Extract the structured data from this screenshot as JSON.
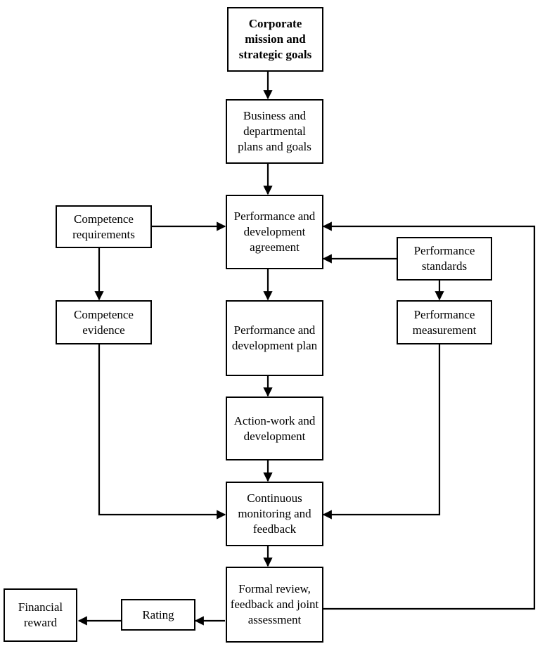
{
  "diagram": {
    "nodes": {
      "corporate": "Corporate mission and strategic goals",
      "business": "Business and departmental plans and goals",
      "agreement": "Performance and development agreement",
      "comp_req": "Competence requirements",
      "perf_std": "Performance standards",
      "comp_ev": "Competence evidence",
      "perf_plan": "Performance and development plan",
      "perf_meas": "Performance measurement",
      "action": "Action-work and development",
      "monitoring": "Continuous monitoring and feedback",
      "review": "Formal review, feedback and joint assessment",
      "rating": "Rating",
      "financial": "Financial reward"
    },
    "colors": {
      "line": "#000000",
      "box_border": "#000000",
      "background": "#ffffff"
    }
  }
}
